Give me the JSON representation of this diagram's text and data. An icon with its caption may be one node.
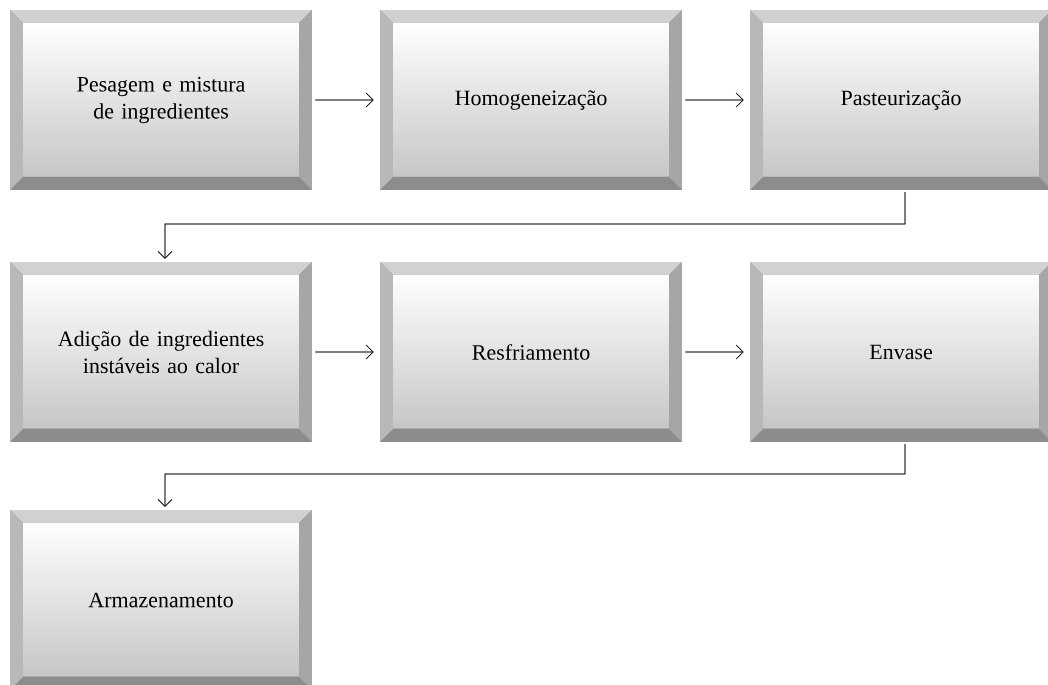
{
  "diagram": {
    "nodes": [
      {
        "text": [
          "Pesagem e mistura de ingredientes"
        ]
      },
      {
        "text": [
          "Homogeneização"
        ]
      },
      {
        "text": [
          "Pasteurização"
        ]
      },
      {
        "text": [
          "Adição de ingredientes instáveis ao calor"
        ]
      },
      {
        "text": [
          "Resfriamento"
        ]
      },
      {
        "text": [
          "Envase"
        ]
      },
      {
        "text": [
          "Armazenamento"
        ]
      }
    ],
    "edges": [
      {
        "from": 0,
        "to": 1,
        "arrow": "to"
      },
      {
        "from": 1,
        "to": 2,
        "arrow": "to"
      },
      {
        "from": 2,
        "to": 3,
        "arrow": "to"
      },
      {
        "from": 3,
        "to": 4,
        "arrow": "to"
      },
      {
        "from": 4,
        "to": 5,
        "arrow": "to"
      },
      {
        "from": 5,
        "to": 6,
        "arrow": "to"
      }
    ]
  }
}
